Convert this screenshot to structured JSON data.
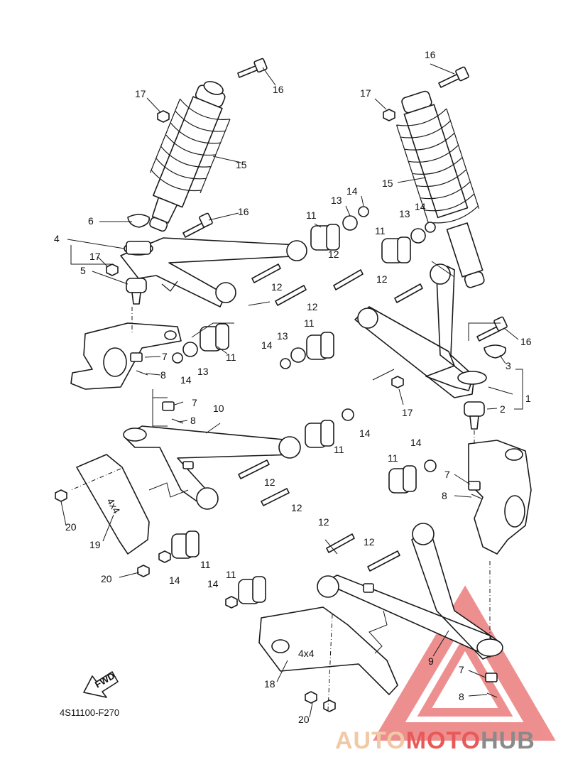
{
  "diagram": {
    "drawing_code": "4S11100-F270",
    "fwd_label": "FWD",
    "stamp_text": "4x4",
    "callouts": [
      {
        "id": "c1",
        "label": "1"
      },
      {
        "id": "c2",
        "label": "2"
      },
      {
        "id": "c3",
        "label": "3"
      },
      {
        "id": "c4",
        "label": "4"
      },
      {
        "id": "c5",
        "label": "5"
      },
      {
        "id": "c6",
        "label": "6"
      },
      {
        "id": "c7a",
        "label": "7"
      },
      {
        "id": "c7b",
        "label": "7"
      },
      {
        "id": "c7c",
        "label": "7"
      },
      {
        "id": "c7d",
        "label": "7"
      },
      {
        "id": "c8a",
        "label": "8"
      },
      {
        "id": "c8b",
        "label": "8"
      },
      {
        "id": "c8c",
        "label": "8"
      },
      {
        "id": "c8d",
        "label": "8"
      },
      {
        "id": "c9",
        "label": "9"
      },
      {
        "id": "c10",
        "label": "10"
      },
      {
        "id": "c11a",
        "label": "11"
      },
      {
        "id": "c11b",
        "label": "11"
      },
      {
        "id": "c11c",
        "label": "11"
      },
      {
        "id": "c11d",
        "label": "11"
      },
      {
        "id": "c11e",
        "label": "11"
      },
      {
        "id": "c11f",
        "label": "11"
      },
      {
        "id": "c11g",
        "label": "11"
      },
      {
        "id": "c11h",
        "label": "11"
      },
      {
        "id": "c12a",
        "label": "12"
      },
      {
        "id": "c12b",
        "label": "12"
      },
      {
        "id": "c12c",
        "label": "12"
      },
      {
        "id": "c12d",
        "label": "12"
      },
      {
        "id": "c12e",
        "label": "12"
      },
      {
        "id": "c12f",
        "label": "12"
      },
      {
        "id": "c12g",
        "label": "12"
      },
      {
        "id": "c12h",
        "label": "12"
      },
      {
        "id": "c13a",
        "label": "13"
      },
      {
        "id": "c13b",
        "label": "13"
      },
      {
        "id": "c13c",
        "label": "13"
      },
      {
        "id": "c13d",
        "label": "13"
      },
      {
        "id": "c14a",
        "label": "14"
      },
      {
        "id": "c14b",
        "label": "14"
      },
      {
        "id": "c14c",
        "label": "14"
      },
      {
        "id": "c14d",
        "label": "14"
      },
      {
        "id": "c14e",
        "label": "14"
      },
      {
        "id": "c14f",
        "label": "14"
      },
      {
        "id": "c14g",
        "label": "14"
      },
      {
        "id": "c14h",
        "label": "14"
      },
      {
        "id": "c15a",
        "label": "15"
      },
      {
        "id": "c15b",
        "label": "15"
      },
      {
        "id": "c16a",
        "label": "16"
      },
      {
        "id": "c16b",
        "label": "16"
      },
      {
        "id": "c16c",
        "label": "16"
      },
      {
        "id": "c16d",
        "label": "16"
      },
      {
        "id": "c17a",
        "label": "17"
      },
      {
        "id": "c17b",
        "label": "17"
      },
      {
        "id": "c17c",
        "label": "17"
      },
      {
        "id": "c17d",
        "label": "17"
      },
      {
        "id": "c18",
        "label": "18"
      },
      {
        "id": "c19",
        "label": "19"
      },
      {
        "id": "c20a",
        "label": "20"
      },
      {
        "id": "c20b",
        "label": "20"
      },
      {
        "id": "c20c",
        "label": "20"
      }
    ]
  },
  "watermark": {
    "part1": "AUTO",
    "part2": "MOTO",
    "part3": "HUB",
    "color_light": "#f2c9a6",
    "color_mid": "#e85a5a",
    "color_dark": "#8a8a8a"
  }
}
